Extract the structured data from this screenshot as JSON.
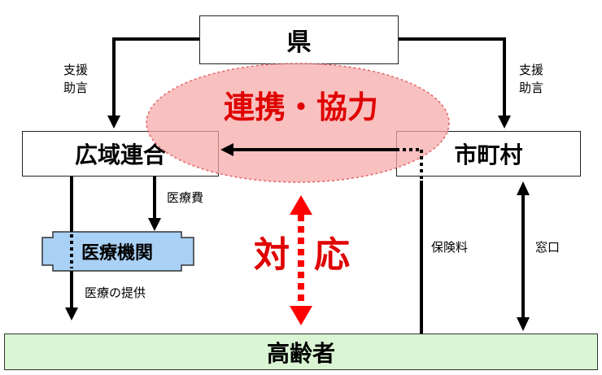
{
  "nodes": {
    "ken": "県",
    "kouiki": "広域連合",
    "shichoson": "市町村",
    "iryo_kikan": "医療機関",
    "koreisha": "高齢者"
  },
  "center": {
    "cooperation": "連携・協力",
    "taiou_left": "対",
    "taiou_right": "応"
  },
  "labels": {
    "shien_left": "支援",
    "jogen_left": "助言",
    "shien_right": "支援",
    "jogen_right": "助言",
    "iryohi": "医療費",
    "iryo_teikyo": "医療の提供",
    "hokenryo": "保険料",
    "madoguchi": "窓口"
  },
  "colors": {
    "oval_fill": "#f9c4c4",
    "oval_border": "#e85a5a",
    "red_text": "#e00000",
    "iryo_kikan_fill": "#a9d0f5",
    "koreisha_fill": "#d9f5d3"
  }
}
